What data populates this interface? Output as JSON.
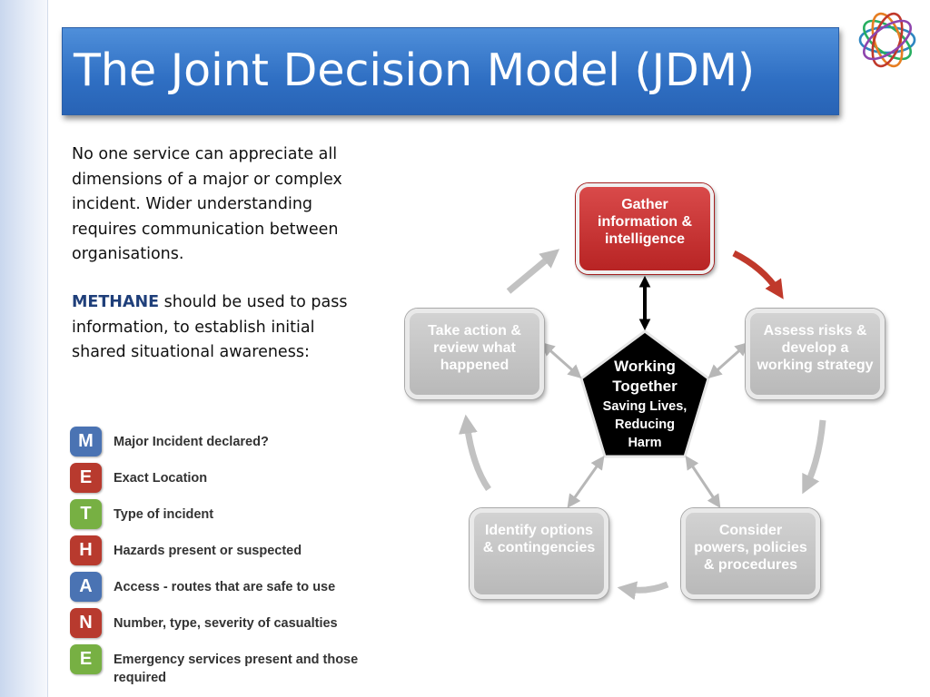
{
  "title": "The Joint Decision Model (JDM)",
  "intro": {
    "line1": "No one service can appreciate all",
    "line2": "dimensions of a major or complex",
    "line3": "incident. Wider understanding",
    "line4": "requires communication between",
    "line5": "organisations."
  },
  "methane_para": {
    "keyword": "METHANE",
    "line1_rest": " should be used to pass",
    "line2": "information, to establish initial",
    "line3": "shared situational awareness:"
  },
  "methane_list": [
    {
      "letter": "M",
      "text": "Major Incident declared?",
      "color": "#4a73b3"
    },
    {
      "letter": "E",
      "text": "Exact Location",
      "color": "#b83a2e"
    },
    {
      "letter": "T",
      "text": "Type of incident",
      "color": "#77b043"
    },
    {
      "letter": "H",
      "text": "Hazards present or suspected",
      "color": "#b83a2e"
    },
    {
      "letter": "A",
      "text": "Access - routes that are safe to use",
      "color": "#4a73b3"
    },
    {
      "letter": "N",
      "text": "Number, type, severity of casualties",
      "color": "#b83a2e"
    },
    {
      "letter": "E",
      "text": "Emergency services present and those required",
      "color": "#77b043"
    }
  ],
  "diagram": {
    "gather": "Gather information & intelligence",
    "assess": "Assess risks & develop a working strategy",
    "consider": "Consider powers, policies & procedures",
    "identify": "Identify options & contingencies",
    "take_action": "Take action & review what happened",
    "center_title_1": "Working",
    "center_title_2": "Together",
    "center_sub_1": "Saving Lives,",
    "center_sub_2": "Reducing",
    "center_sub_3": "Harm"
  },
  "colors": {
    "title_bar": "#2f6fc3",
    "gather_box": "#c62f2f",
    "grey_box": "#c4c4c4",
    "center": "#000000",
    "methane_keyword": "#1f3f7a"
  }
}
